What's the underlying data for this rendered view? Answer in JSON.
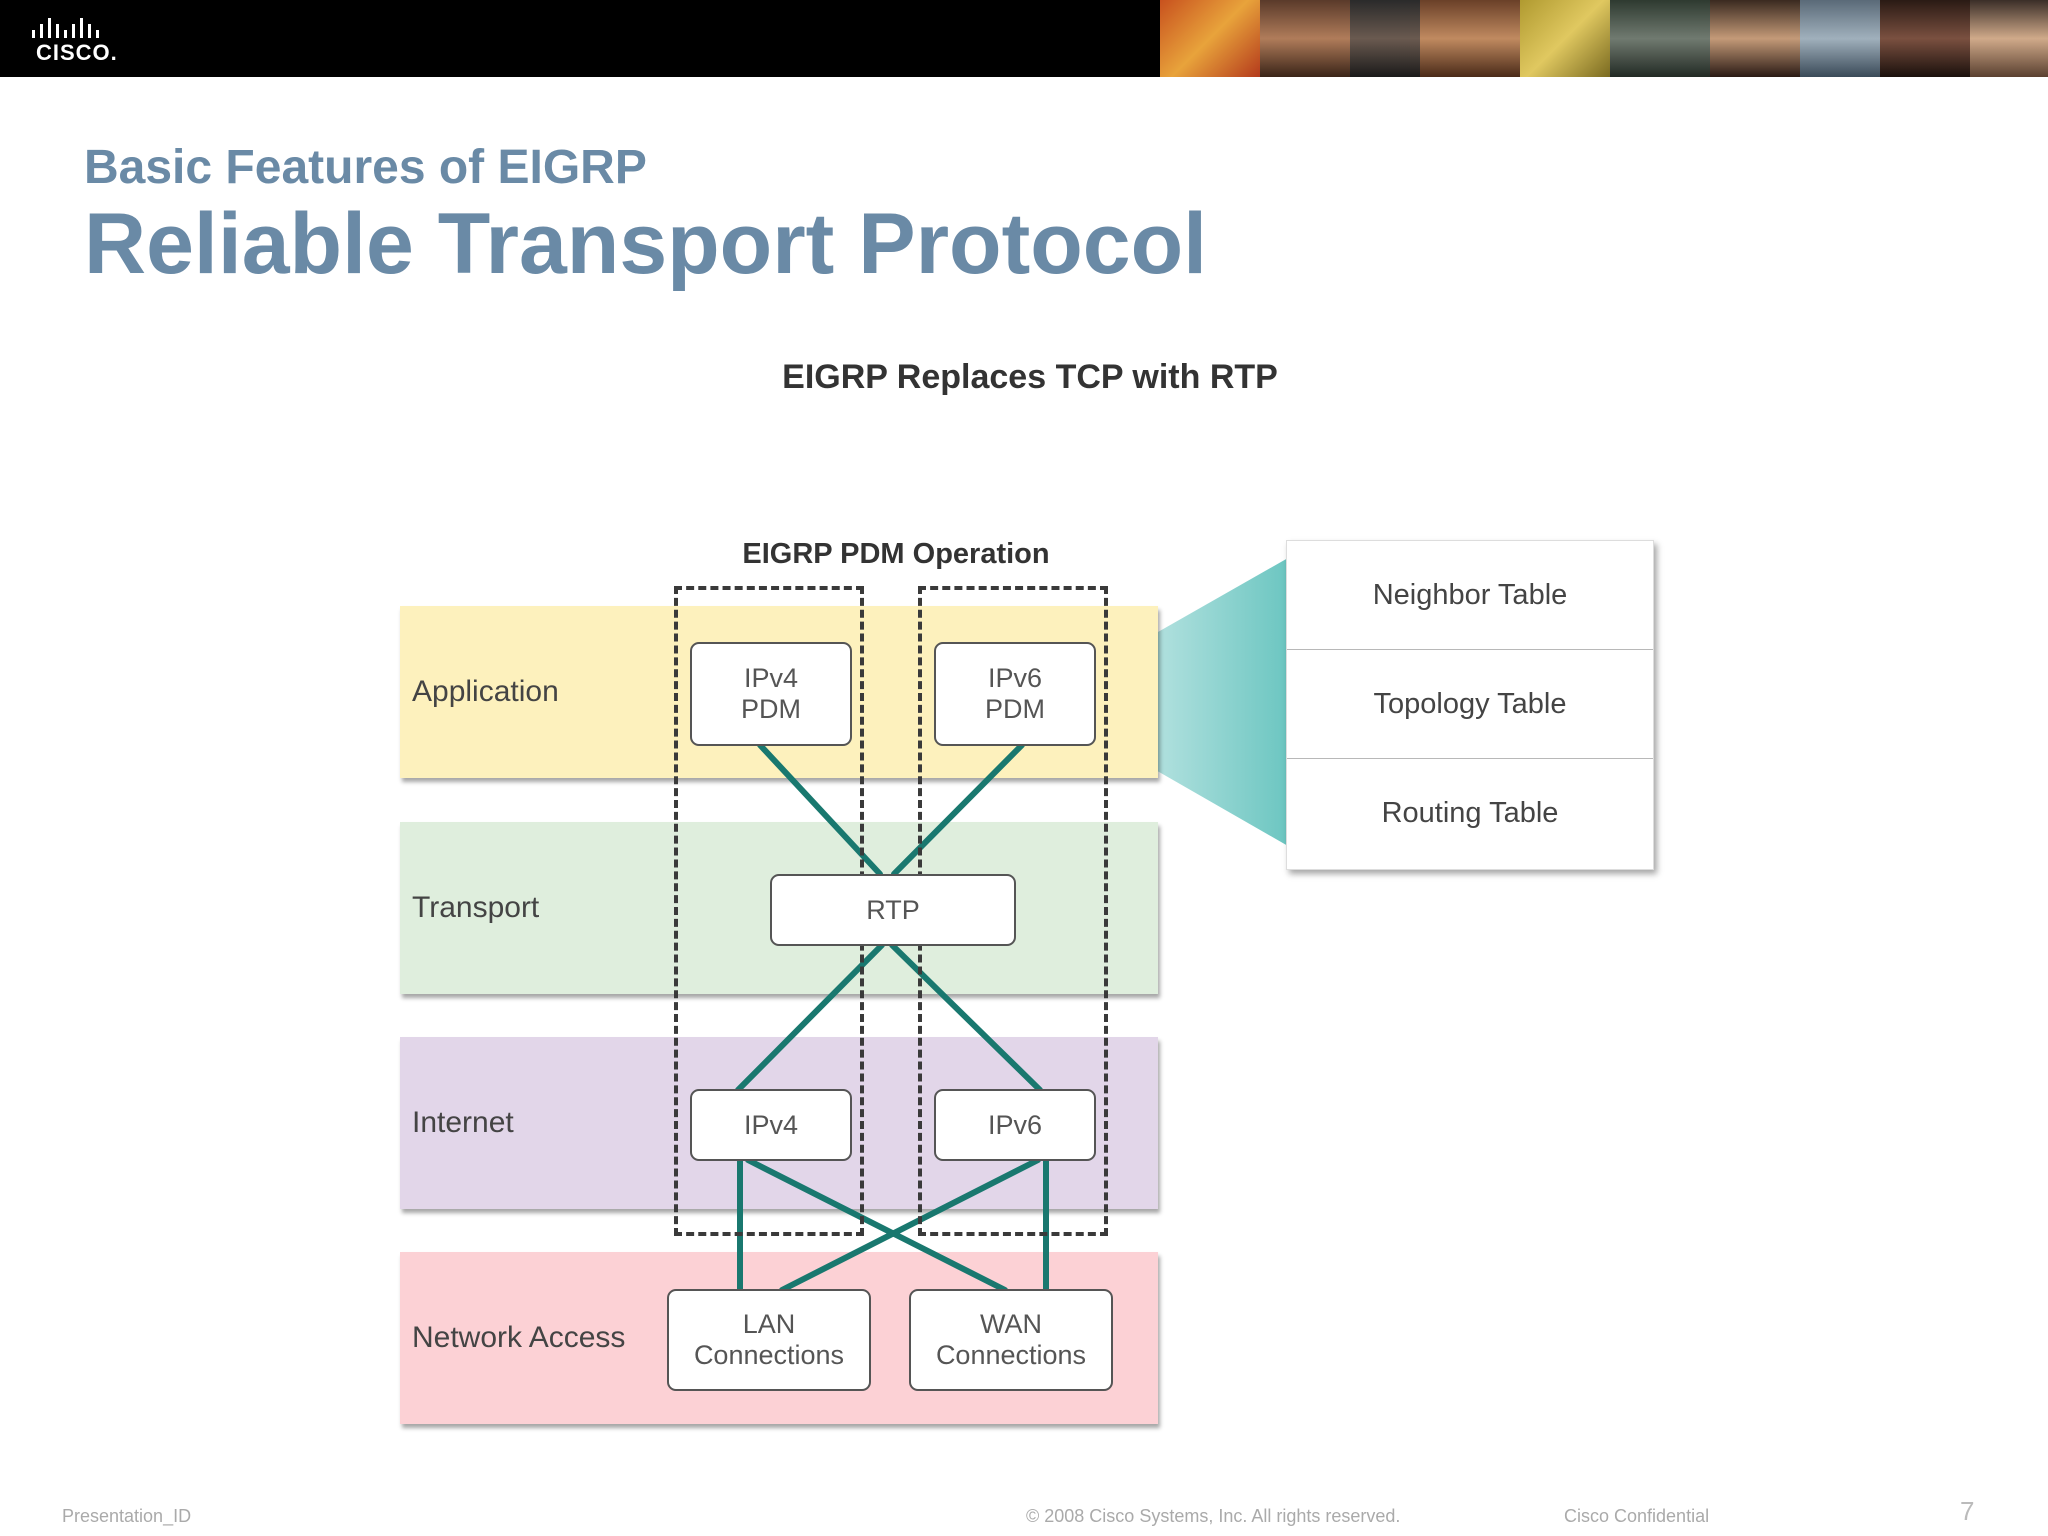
{
  "header": {
    "logo_text": "CISCO."
  },
  "slide": {
    "subtitle": "Basic Features of EIGRP",
    "title": "Reliable Transport Protocol"
  },
  "diagram": {
    "title": "EIGRP Replaces TCP with RTP",
    "pdm_operation_label": "EIGRP PDM Operation",
    "layers": {
      "application": "Application",
      "transport": "Transport",
      "internet": "Internet",
      "network_access": "Network Access"
    },
    "boxes": {
      "ipv4_pdm": "IPv4\nPDM",
      "ipv6_pdm": "IPv6\nPDM",
      "rtp": "RTP",
      "ipv4": "IPv4",
      "ipv6": "IPv6",
      "lan": "LAN\nConnections",
      "wan": "WAN\nConnections"
    },
    "tables": [
      "Neighbor Table",
      "Topology Table",
      "Routing Table"
    ],
    "colors": {
      "application": "#fdf1bd",
      "transport": "#dfeedd",
      "internet": "#e2d6e9",
      "network_access": "#fcd1d5",
      "connector": "#19786f",
      "callout": "#7ccfcb"
    }
  },
  "footer": {
    "presentation_id": "Presentation_ID",
    "copyright": "© 2008 Cisco Systems, Inc. All rights reserved.",
    "confidential": "Cisco Confidential",
    "page_number": "7"
  }
}
